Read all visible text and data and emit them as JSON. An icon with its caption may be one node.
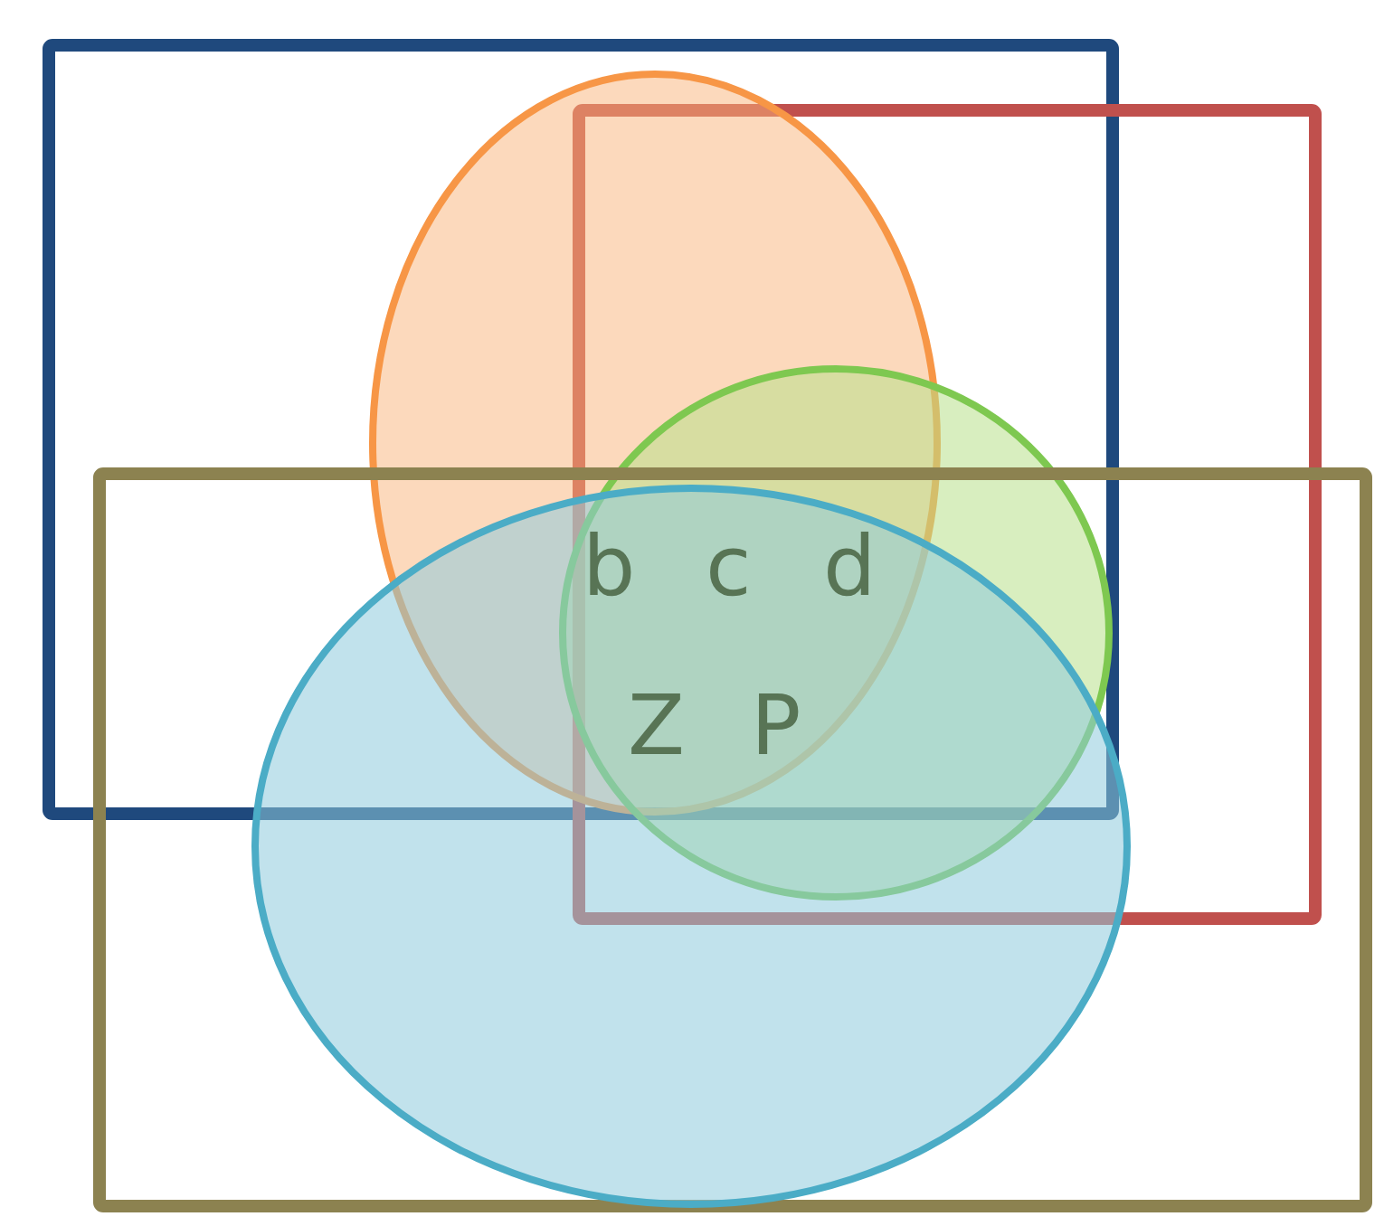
{
  "diagram": {
    "labels": [
      "b",
      "c",
      "d",
      "Z",
      "P"
    ]
  }
}
